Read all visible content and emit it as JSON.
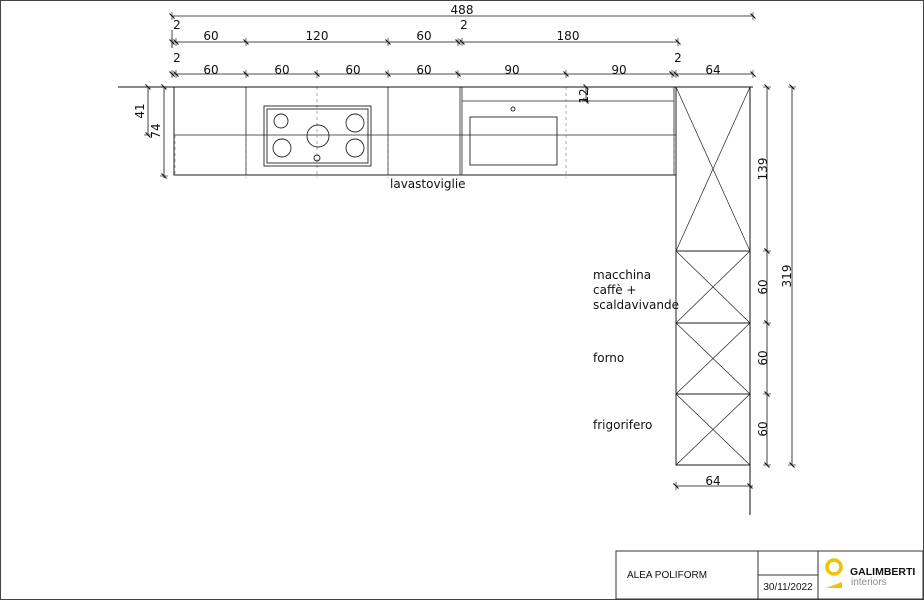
{
  "dimensions": {
    "overall_width": "488",
    "gap_left_top": "2",
    "mid_60_left": "60",
    "mid_120": "120",
    "mid_60_right": "60",
    "mid_gap": "2",
    "mid_180": "180",
    "row_gap_left": "2",
    "cab_1": "60",
    "cab_2": "60",
    "cab_3": "60",
    "cab_4": "60",
    "cab_5": "90",
    "cab_6": "90",
    "row_gap_right": "2",
    "tall_depth_top": "64",
    "upper_height": "41",
    "total_height": "74",
    "sink_offset": "12",
    "tall_section_1": "139",
    "tall_section_2": "60",
    "tall_section_3": "60",
    "tall_section_4": "60",
    "tall_total": "319",
    "tall_depth_bottom": "64"
  },
  "labels": {
    "dishwasher": "lavastoviglie",
    "coffee_line1": "macchina",
    "coffee_line2": "caffè +",
    "coffee_line3": "scaldavivande",
    "oven": "forno",
    "fridge": "frigorifero"
  },
  "title_block": {
    "project": "ALEA POLIFORM",
    "date": "30/11/2022",
    "brand_name": "GALIMBERTI",
    "brand_sub": "interiors",
    "brand_color": "#f2c200"
  }
}
